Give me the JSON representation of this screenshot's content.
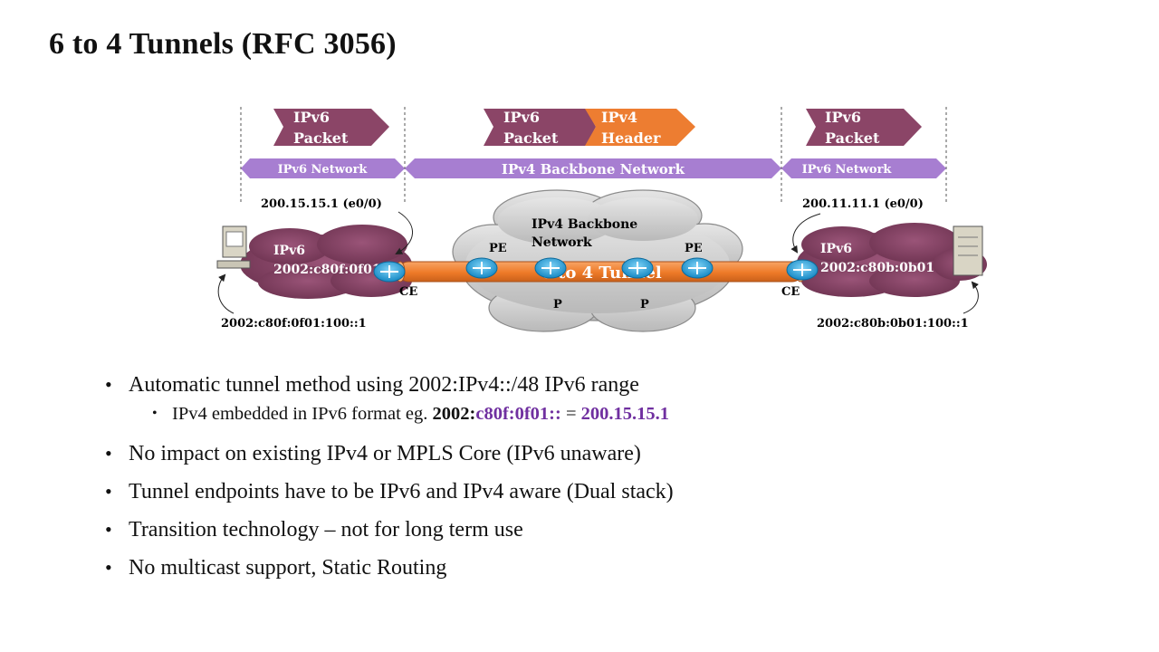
{
  "title": "6 to 4 Tunnels (RFC 3056)",
  "diagram": {
    "packets": {
      "left": {
        "line1": "IPv6",
        "line2": "Packet"
      },
      "middle_inner": {
        "line1": "IPv6",
        "line2": "Packet"
      },
      "middle_header": {
        "line1": "IPv4",
        "line2": "Header"
      },
      "right": {
        "line1": "IPv6",
        "line2": "Packet"
      }
    },
    "networks": {
      "left": "IPv6 Network",
      "middle": "IPv4 Backbone Network",
      "right": "IPv6 Network"
    },
    "left_ce_ip": "200.15.15.1 (e0/0)",
    "right_ce_ip": "200.11.11.1 (e0/0)",
    "backbone": {
      "line1": "IPv4 Backbone",
      "line2": "Network"
    },
    "left_cloud": {
      "line1": "IPv6",
      "line2": "2002:c80f:0f01"
    },
    "right_cloud": {
      "line1": "IPv6",
      "line2": "2002:c80b:0b01"
    },
    "tunnel_label": "6 to 4 Tunnel",
    "router_labels": {
      "ce_left": "CE",
      "ce_right": "CE",
      "pe_left": "PE",
      "pe_right": "PE",
      "p_left": "P",
      "p_right": "P"
    },
    "left_host_ip": "2002:c80f:0f01:100::1",
    "right_host_ip": "2002:c80b:0b01:100::1",
    "colors": {
      "ipv6": "#8b4567",
      "ipv4": "#ed7d31",
      "network_band": "#a77ed1",
      "tunnel": "#f07f2e",
      "router": "#1fa2df",
      "cloud": "#cfcfcf"
    }
  },
  "bullets": [
    {
      "text": "Automatic tunnel method using 2002:IPv4::/48 IPv6 range"
    },
    {
      "prefix": "IPv4 embedded in IPv6 format eg. ",
      "bold": "2002:",
      "purple1": "c80f:0f01::",
      "eq": " = ",
      "purple2": "200.15.15.1"
    },
    {
      "text": "No impact on existing IPv4 or MPLS Core (IPv6 unaware)"
    },
    {
      "text": "Tunnel endpoints have to be IPv6 and IPv4 aware (Dual stack)"
    },
    {
      "text": "Transition technology – not for long term use"
    },
    {
      "text": "No multicast support, Static Routing"
    }
  ]
}
